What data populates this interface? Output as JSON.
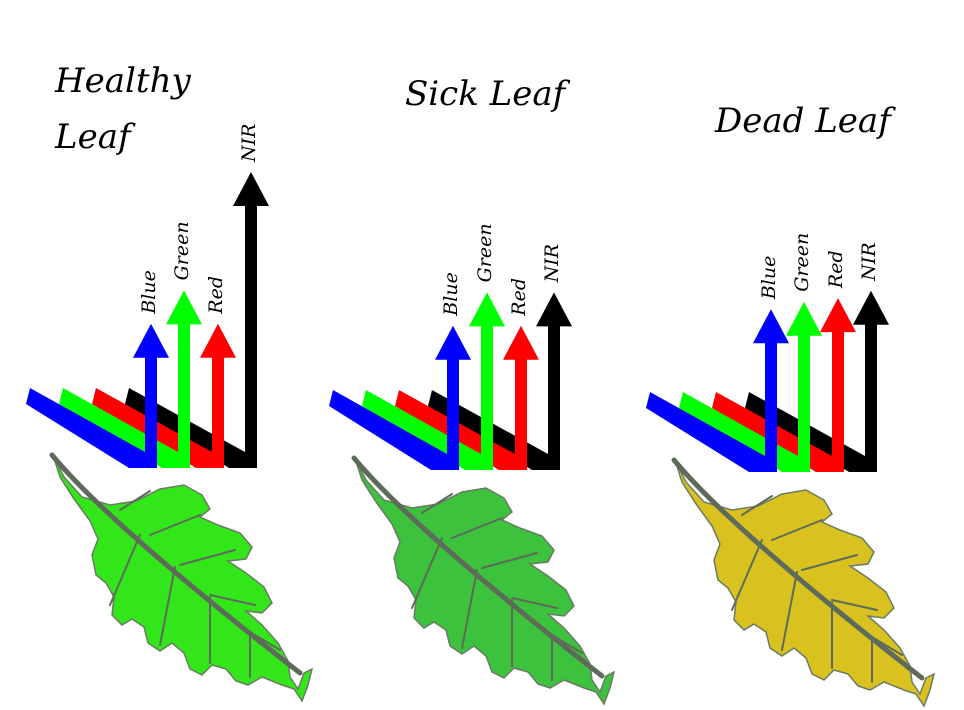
{
  "colors": {
    "blue": "#0000ff",
    "green": "#00ff00",
    "red": "#ff0000",
    "black": "#000000",
    "healthy_leaf": "#33e61a",
    "sick_leaf": "#3cc23c",
    "dead_leaf": "#d9c21f",
    "vein": "#5e6b5a"
  },
  "panels": [
    {
      "title_lines": [
        "Healthy",
        "Leaf"
      ],
      "leaf_color": "#33e61a",
      "labels": {
        "blue": "Blue",
        "green": "Green",
        "red": "Red",
        "nir": "NIR"
      },
      "relative_reflectance": {
        "blue": 0.39,
        "green": 0.48,
        "red": 0.39,
        "nir": 0.8
      }
    },
    {
      "title_lines": [
        "Sick Leaf"
      ],
      "leaf_color": "#3cc23c",
      "labels": {
        "blue": "Blue",
        "green": "Green",
        "red": "Red",
        "nir": "NIR"
      },
      "relative_reflectance": {
        "blue": 0.39,
        "green": 0.48,
        "red": 0.39,
        "nir": 0.48
      }
    },
    {
      "title_lines": [
        "Dead Leaf"
      ],
      "leaf_color": "#d9c21f",
      "labels": {
        "blue": "Blue",
        "green": "Green",
        "red": "Red",
        "nir": "NIR"
      },
      "relative_reflectance": {
        "blue": 0.44,
        "green": 0.46,
        "red": 0.47,
        "nir": 0.49
      }
    }
  ]
}
